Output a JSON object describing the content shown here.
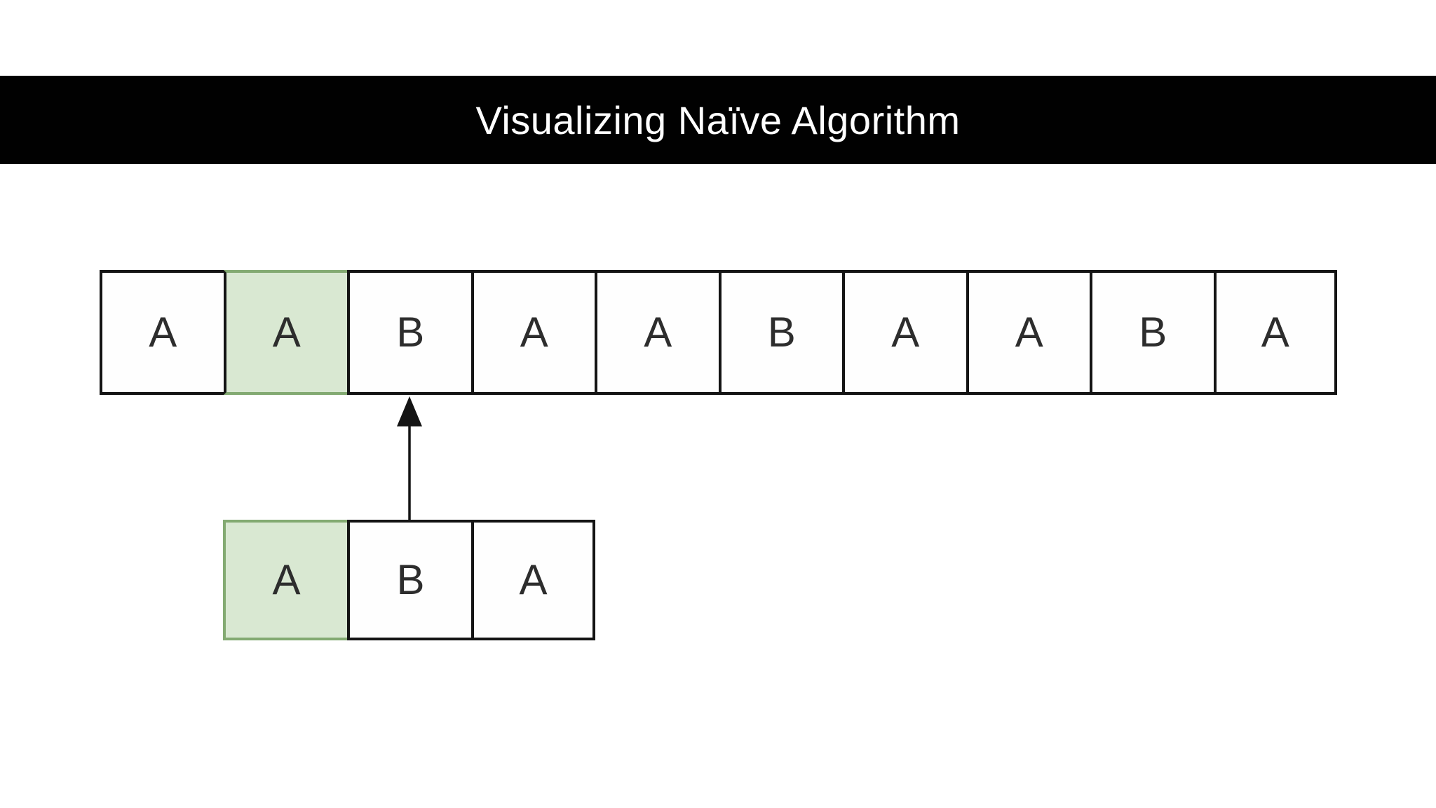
{
  "title": {
    "text": "Visualizing Naïve Algorithm"
  },
  "colors": {
    "page_bg": "#ffffff",
    "banner_bg": "#010101",
    "banner_text": "#fefefe",
    "cell_bg": "#fefefe",
    "cell_border": "#141414",
    "highlight_fill": "#d9e8d2",
    "highlight_stroke": "#83aa72",
    "letter_color": "#2d2d2d",
    "arrow_color": "#141414"
  },
  "diagram": {
    "text_row": {
      "cells": [
        {
          "letter": "A",
          "highlight": false
        },
        {
          "letter": "A",
          "highlight": true
        },
        {
          "letter": "B",
          "highlight": false
        },
        {
          "letter": "A",
          "highlight": false
        },
        {
          "letter": "A",
          "highlight": false
        },
        {
          "letter": "B",
          "highlight": false
        },
        {
          "letter": "A",
          "highlight": false
        },
        {
          "letter": "A",
          "highlight": false
        },
        {
          "letter": "B",
          "highlight": false
        },
        {
          "letter": "A",
          "highlight": false
        }
      ]
    },
    "pattern_row": {
      "cells": [
        {
          "letter": "A",
          "highlight": true
        },
        {
          "letter": "B",
          "highlight": false
        },
        {
          "letter": "A",
          "highlight": false
        }
      ]
    },
    "arrow": {
      "from_pattern_cell_index": 1,
      "to_text_cell_index": 2,
      "direction": "up"
    }
  }
}
